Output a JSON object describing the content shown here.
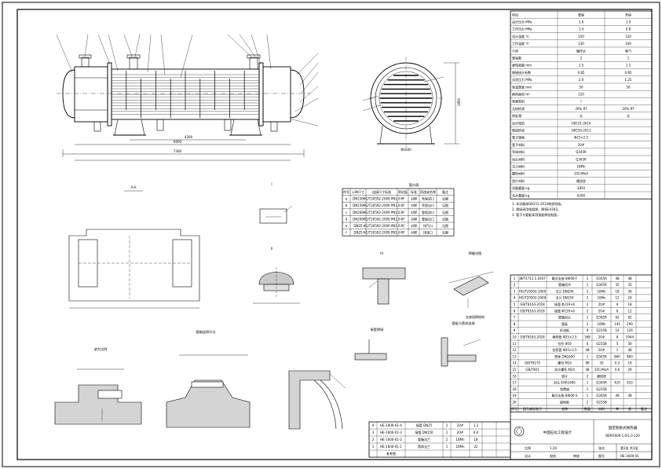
{
  "drawing": {
    "views": {
      "section_aa": "A-A",
      "scale_note": "放大比例",
      "view_i": "I",
      "view_ii": "II",
      "view_iii": "III",
      "detail_a": "支座组焊结构",
      "detail_b": "管箱连接节点",
      "detail_c": "管板与筒体连接",
      "detail_d": "焊缝详图",
      "detail_e": "接管焊接"
    },
    "nozzle_table": {
      "title": "管口表",
      "header": [
        "符号",
        "公称尺寸",
        "连接尺寸标准",
        "密封面",
        "标准",
        "用途或名称",
        "备注"
      ],
      "rows": [
        [
          "a",
          "DN150",
          "HG/T20592-2009 PN1.6",
          "RF",
          "对焊",
          "壳程进口",
          "见图"
        ],
        [
          "b",
          "DN150",
          "HG/T20592-2009 PN1.6",
          "RF",
          "对焊",
          "壳程出口",
          "见图"
        ],
        [
          "c",
          "DN200",
          "HG/T20592-2009 PN1.6",
          "RF",
          "对焊",
          "管程进口",
          "见图"
        ],
        [
          "d",
          "DN200",
          "HG/T20592-2009 PN1.6",
          "RF",
          "对焊",
          "管程出口",
          "见图"
        ],
        [
          "e",
          "DN25",
          "HG/T20592-2009 PN1.6",
          "RF",
          "对焊",
          "排气口",
          "见图"
        ],
        [
          "f",
          "DN25",
          "HG/T20592-2009 PN1.6",
          "RF",
          "对焊",
          "排液口",
          "见图"
        ]
      ]
    },
    "design_data": {
      "title": "设计数据表",
      "header": [
        "项目",
        "管程",
        "壳程"
      ],
      "rows": [
        [
          "设计压力 MPa",
          "1.6",
          "1.0"
        ],
        [
          "工作压力 MPa",
          "1.4",
          "0.8"
        ],
        [
          "设计温度 ℃",
          "150",
          "120"
        ],
        [
          "工作温度 ℃",
          "130",
          "100"
        ],
        [
          "介质",
          "循环水",
          "蒸汽"
        ],
        [
          "管程数",
          "2",
          "1"
        ],
        [
          "腐蚀裕量 mm",
          "1.5",
          "1.5"
        ],
        [
          "焊接接头系数",
          "0.85",
          "0.85"
        ],
        [
          "试验压力 MPa",
          "2.0",
          "1.25"
        ],
        [
          "保温厚度 mm",
          "50",
          "50"
        ],
        [
          "换热面积 m²",
          "120",
          ""
        ],
        [
          "容器类别",
          "Ⅰ",
          ""
        ],
        [
          "无损检测",
          "20% RT",
          "20% RT"
        ],
        [
          "热处理",
          "无",
          "无"
        ],
        [
          "设计规范",
          "GB151-2014",
          ""
        ],
        [
          "制造检验",
          "GB150-2011",
          ""
        ],
        [
          "管子规格",
          "Φ25×2.5",
          ""
        ],
        [
          "管子材料",
          "20#",
          ""
        ],
        [
          "壳体材料",
          "Q345R",
          ""
        ],
        [
          "封头材料",
          "Q345R",
          ""
        ],
        [
          "法兰材料",
          "16Mn",
          ""
        ],
        [
          "螺栓材料",
          "35CrMoA",
          ""
        ],
        [
          "垫片材料",
          "缠绕垫",
          ""
        ],
        [
          "设备重量 kg",
          "3850",
          ""
        ],
        [
          "充水重量 kg",
          "6200",
          ""
        ]
      ],
      "notes": [
        "1. 本设备按GB151-2014制造验收。",
        "2. 焊接采用电弧焊，焊条E4303。",
        "3. 管子与管板采用强度焊加贴胀。"
      ]
    },
    "parts_list": {
      "header": [
        "序号",
        "图号或标准号",
        "名称",
        "数量",
        "材料",
        "单",
        "总",
        "备注"
      ],
      "rows": [
        [
          "1",
          "JB/T4712.1-2007",
          "鞍式支座 BI600-F",
          "1",
          "Q345R",
          "48",
          "48",
          ""
        ],
        [
          "2",
          "",
          "管箱短节",
          "1",
          "Q345R",
          "35",
          "35",
          ""
        ],
        [
          "3",
          "HG/T20592-2009",
          "法兰 DN200",
          "2",
          "16Mn",
          "18",
          "36",
          ""
        ],
        [
          "4",
          "HG/T20592-2009",
          "法兰 DN150",
          "2",
          "16Mn",
          "12",
          "24",
          ""
        ],
        [
          "5",
          "GB/T8163-2018",
          "接管 Φ219×8",
          "2",
          "20#",
          "9",
          "18",
          ""
        ],
        [
          "6",
          "GB/T8163-2018",
          "接管 Φ159×6",
          "2",
          "20#",
          "6",
          "12",
          ""
        ],
        [
          "7",
          "",
          "管箱封头",
          "1",
          "Q345R",
          "62",
          "62",
          ""
        ],
        [
          "8",
          "",
          "管板",
          "2",
          "16Mn",
          "145",
          "290",
          ""
        ],
        [
          "9",
          "",
          "折流板",
          "9",
          "Q235B",
          "14",
          "126",
          ""
        ],
        [
          "10",
          "GB/T8163-2018",
          "换热管 Φ25×2.5",
          "368",
          "20#",
          "8",
          "2944",
          ""
        ],
        [
          "11",
          "",
          "拉杆 Φ16",
          "6",
          "Q235B",
          "5",
          "30",
          ""
        ],
        [
          "12",
          "",
          "定距管 Φ25×2.5",
          "48",
          "20#",
          "1",
          "48",
          ""
        ],
        [
          "13",
          "",
          "筒体 DN1600",
          "1",
          "Q345R",
          "860",
          "860",
          ""
        ],
        [
          "14",
          "GB/T6170",
          "螺母 M24",
          "96",
          "35",
          "0.2",
          "19",
          ""
        ],
        [
          "15",
          "GB/T901",
          "双头螺柱 M24",
          "48",
          "35CrMoA",
          "0.6",
          "29",
          ""
        ],
        [
          "16",
          "",
          "垫片",
          "2",
          "缠绕垫",
          "",
          "",
          ""
        ],
        [
          "17",
          "",
          "封头 EHA1600",
          "1",
          "Q345R",
          "420",
          "420",
          ""
        ],
        [
          "18",
          "",
          "铭牌座",
          "1",
          "Q235B",
          "",
          "",
          ""
        ],
        [
          "19",
          "",
          "鞍式支座 BI600-S",
          "1",
          "Q345R",
          "48",
          "48",
          ""
        ],
        [
          "20",
          "",
          "接地板",
          "2",
          "Q235B",
          "",
          "",
          ""
        ]
      ]
    },
    "title_block": {
      "company": "中国石化工程设计",
      "drawing_name": "固定管板式换热器",
      "model": "BEM1600-1.6/1.0-120",
      "drawing_no": "HE-1600-01",
      "scale": "1:20",
      "sheet": "第1张 共1张",
      "labels": {
        "design": "设计",
        "check": "校核",
        "approve": "审核",
        "scale": "比例",
        "sheet": "张次",
        "no": "图号"
      }
    },
    "revision_table": {
      "rows": [
        [
          "4",
          "HE-1600-01-4",
          "接管 DN25",
          "1",
          "20#",
          "1.2",
          "",
          ""
        ],
        [
          "3",
          "HE-1600-01-3",
          "接管 DN150",
          "1",
          "20#",
          "6.0",
          "",
          ""
        ],
        [
          "2",
          "HE-1600-01-2",
          "管箱法兰",
          "1",
          "16Mn",
          "18",
          "",
          ""
        ],
        [
          "1",
          "HE-1600-01-1",
          "筒体法兰",
          "1",
          "16Mn",
          "22",
          "",
          ""
        ],
        [
          "",
          "参考图",
          "",
          "",
          "",
          "",
          "",
          ""
        ]
      ]
    },
    "dimensions": {
      "overall": "7300",
      "shell_length": "6000",
      "support_span": "4200",
      "diameter": "Φ1600",
      "height": "1850"
    }
  }
}
